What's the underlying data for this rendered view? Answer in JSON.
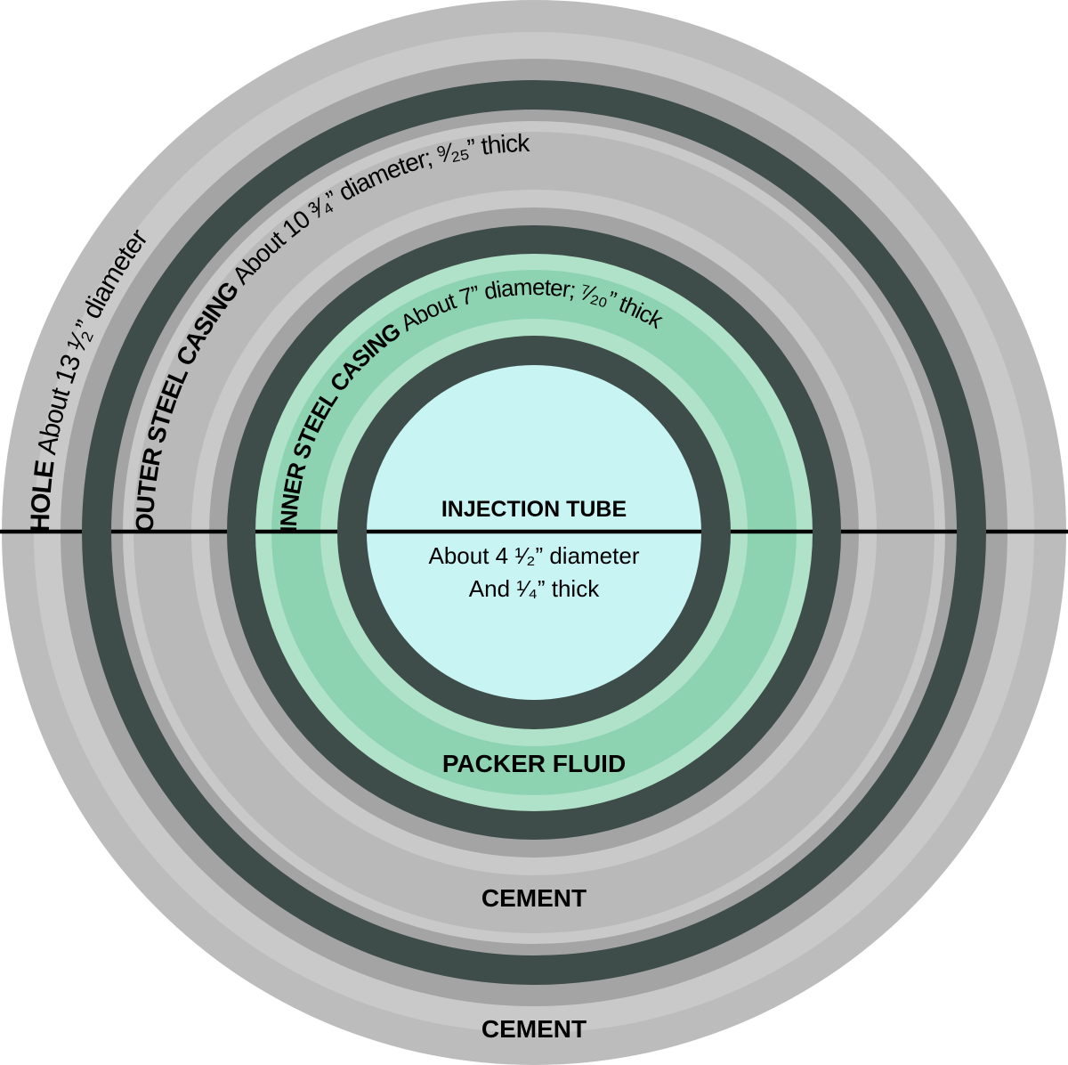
{
  "diagram": {
    "hole": {
      "name": "HOLE",
      "detail": " About 13 ¹⁄₂” diameter"
    },
    "outer_casing": {
      "name": "OUTER STEEL CASING",
      "detail": " About 10 ³⁄₄” diameter; ⁹⁄₂₅” thick"
    },
    "inner_casing": {
      "name": "INNER STEEL CASING",
      "detail": " About 7” diameter; ⁷⁄₂₀” thick"
    },
    "injection_tube": {
      "title": "INJECTION TUBE",
      "diameter": "About 4 ¹⁄₂” diameter",
      "thickness": "And ¹⁄₄” thick"
    },
    "packer_fluid_label": "PACKER FLUID",
    "cement_label_between_casings": "CEMENT",
    "cement_label_outer": "CEMENT",
    "colors": {
      "background": "#ffffff",
      "gray_band": "#bcbcbc",
      "gray_band_inner": "#b9b9b9",
      "gray_highlight": "#c9c9c9",
      "gray_shadow": "#a4a4a4",
      "steel_dark": "#3e4c4a",
      "green_band": "#8ed3b1",
      "green_highlight": "#b0e2c9",
      "tube_bore": "#c8f5f4",
      "line": "#000000"
    }
  }
}
